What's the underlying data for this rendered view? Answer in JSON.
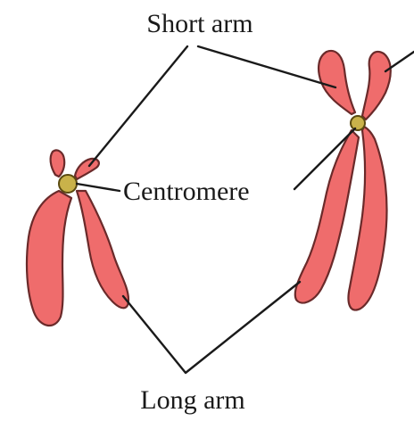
{
  "labels": {
    "short_arm": "Short arm",
    "centromere": "Centromere",
    "long_arm": "Long arm"
  },
  "colors": {
    "chromatid_fill": "#ef6c6c",
    "chromatid_outline": "#6a2a2a",
    "centromere_fill": "#c9b24a",
    "line": "#1a1a1a",
    "background": "#ffffff"
  }
}
